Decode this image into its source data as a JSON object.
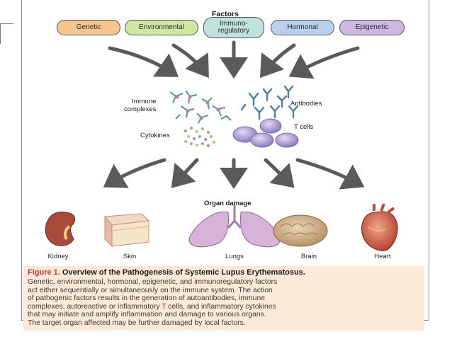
{
  "factors": {
    "title": "Factors",
    "items": [
      {
        "label": "Genetic",
        "color": "#f6c58f"
      },
      {
        "label": "Environmental",
        "color": "#cfe7a3"
      },
      {
        "label": "Immuno-\nregulatory",
        "color": "#bfe3dc"
      },
      {
        "label": "Hormonal",
        "color": "#b9cfee"
      },
      {
        "label": "Epigenetic",
        "color": "#cdb7e3"
      }
    ]
  },
  "mediators": {
    "immune_complexes": "Immune\ncomplexes",
    "antibodies": "Antibodies",
    "cytokines": "Cytokines",
    "t_cells": "T cells"
  },
  "organ_damage": {
    "title": "Organ damage",
    "organs": [
      {
        "label": "Kidney"
      },
      {
        "label": "Skin"
      },
      {
        "label": "Lungs"
      },
      {
        "label": "Brain"
      },
      {
        "label": "Heart"
      }
    ]
  },
  "caption": {
    "figure_number": "Figure 1.",
    "title": "Overview of the Pathogenesis of Systemic Lupus Erythematosus.",
    "lines": [
      "Genetic, environmental, hormonal, epigenetic, and immunoregulatory factors",
      "act either sequentially or simultaneously on the immune system. The action",
      "of pathogenic factors results in the generation of autoantibodies, immune",
      "complexes, autoreactive or inflammatory T cells, and inflammatory cytokines",
      "that may initiate and amplify inflammation and damage to various organs.",
      "The target organ affected may be further damaged by local factors."
    ]
  },
  "colors": {
    "arrow": "#5a5a5a",
    "caption_bg": "#fce9d8",
    "figure_number": "#c0392b",
    "t_cell": "#a99ad0",
    "antibody": "#8fb9c8",
    "immune_complex": "#6fa0a6"
  }
}
